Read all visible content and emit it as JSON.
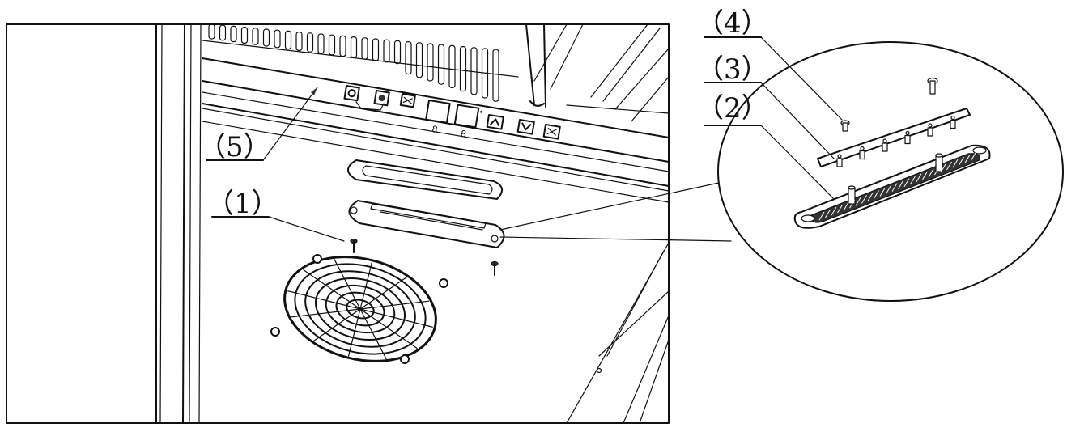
{
  "callouts": [
    {
      "label": "（1）"
    },
    {
      "label": "（2）"
    },
    {
      "label": "（3）"
    },
    {
      "label": "（4）"
    },
    {
      "label": "（5）"
    }
  ],
  "control_panel": {
    "display_digits": [
      "8",
      "8"
    ]
  },
  "icons": {
    "power": "power-icon",
    "light": "light-icon",
    "defrost": "defrost-icon",
    "up": "up-arrow-icon",
    "down": "down-arrow-icon",
    "mode": "mode-icon"
  }
}
